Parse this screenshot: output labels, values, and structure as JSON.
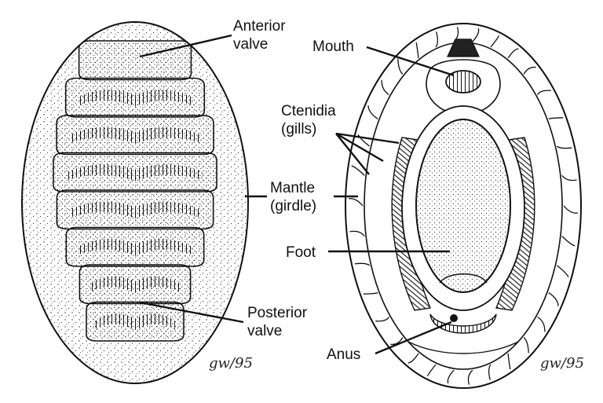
{
  "labels": {
    "anterior_valve": [
      "Anterior",
      "valve"
    ],
    "posterior_valve": [
      "Posterior",
      "valve"
    ],
    "mantle": [
      "Mantle",
      "(girdle)"
    ],
    "mouth": "Mouth",
    "ctenidia": [
      "Ctenidia",
      "(gills)"
    ],
    "foot": "Foot",
    "anus": "Anus"
  },
  "signatures": [
    "gw/95",
    "gw/95"
  ],
  "dorsal_view": {
    "valve_count": 8
  },
  "colors": {
    "ink": "#111111",
    "background": "#ffffff"
  }
}
